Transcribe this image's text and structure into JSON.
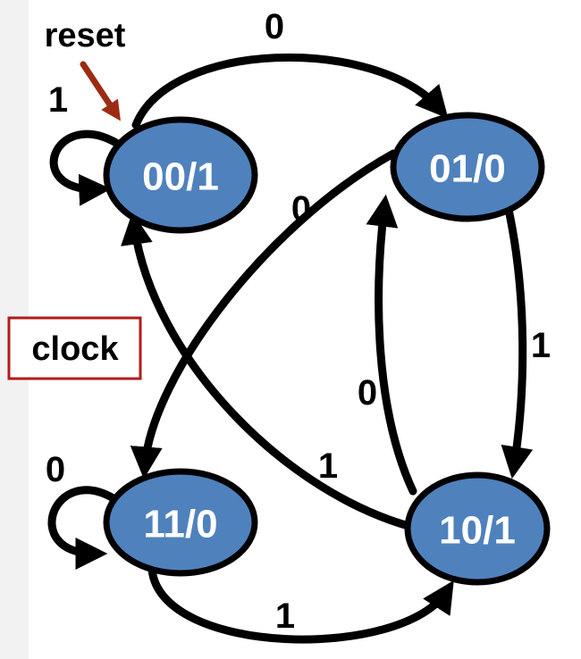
{
  "colors": {
    "state_fill": "#4f81bd",
    "edge_color": "#000000",
    "reset_arrow": "#9c2b12",
    "clock_border": "#b31b1b"
  },
  "reset_label": "reset",
  "clock_label": "clock",
  "states": {
    "s00": "00/1",
    "s01": "01/0",
    "s11": "11/0",
    "s10": "10/1"
  },
  "transitions": [
    {
      "from": "00/1",
      "to": "00/1",
      "input": "1"
    },
    {
      "from": "00/1",
      "to": "01/0",
      "input": "0"
    },
    {
      "from": "01/0",
      "to": "11/0",
      "input": "0"
    },
    {
      "from": "01/0",
      "to": "10/1",
      "input": "1"
    },
    {
      "from": "10/1",
      "to": "01/0",
      "input": "0"
    },
    {
      "from": "10/1",
      "to": "00/1",
      "input": "1"
    },
    {
      "from": "11/0",
      "to": "11/0",
      "input": "0"
    },
    {
      "from": "11/0",
      "to": "10/1",
      "input": "1"
    }
  ]
}
